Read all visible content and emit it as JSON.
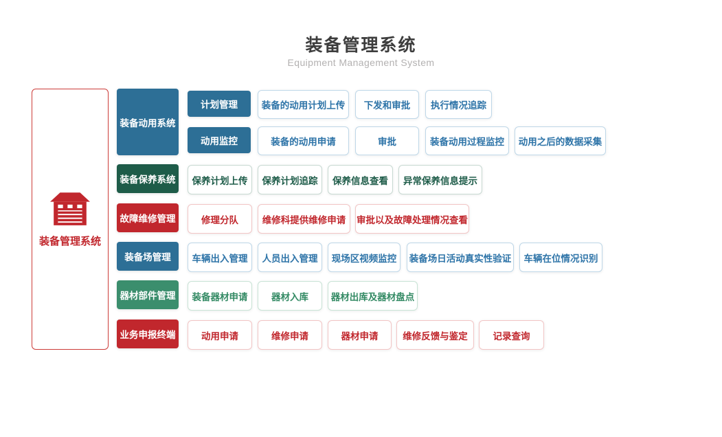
{
  "header": {
    "title": "装备管理系统",
    "subtitle": "Equipment Management System"
  },
  "root": {
    "label": "装备管理系统",
    "icon": "warehouse-icon"
  },
  "colors": {
    "blue": "#2d6f96",
    "dark_green": "#1e5c49",
    "red": "#c1272d",
    "green": "#3b8e6d",
    "root_accent": "#c1272d",
    "title_text": "#3d3d3d",
    "subtitle_text": "#b3b1b1"
  },
  "sections": [
    {
      "label": "装备动用系统",
      "theme": "blue",
      "subgroups": [
        {
          "label": "计划管理",
          "items": [
            "装备的动用计划上传",
            "下发和审批",
            "执行情况追踪"
          ]
        },
        {
          "label": "动用监控",
          "items": [
            "装备的动用申请",
            "审批",
            "装备动用过程监控",
            "动用之后的数据采集"
          ]
        }
      ]
    },
    {
      "label": "装备保养系统",
      "theme": "dark-green",
      "items": [
        "保养计划上传",
        "保养计划追踪",
        "保养信息查看",
        "异常保养信息提示"
      ]
    },
    {
      "label": "故障维修管理",
      "theme": "red",
      "items": [
        "修理分队",
        "维修科提供维修申请",
        "审批以及故障处理情况查看"
      ]
    },
    {
      "label": "装备场管理",
      "theme": "blue",
      "items": [
        "车辆出入管理",
        "人员出入管理",
        "现场区视频监控",
        "装备场日活动真实性验证",
        "车辆在位情况识别"
      ]
    },
    {
      "label": "器材部件管理",
      "theme": "green",
      "items": [
        "装备器材申请",
        "器材入库",
        "器材出库及器材盘点"
      ]
    },
    {
      "label": "业务申报终端",
      "theme": "red",
      "items": [
        "动用申请",
        "维修申请",
        "器材申请",
        "维修反馈与鉴定",
        "记录查询"
      ]
    }
  ]
}
